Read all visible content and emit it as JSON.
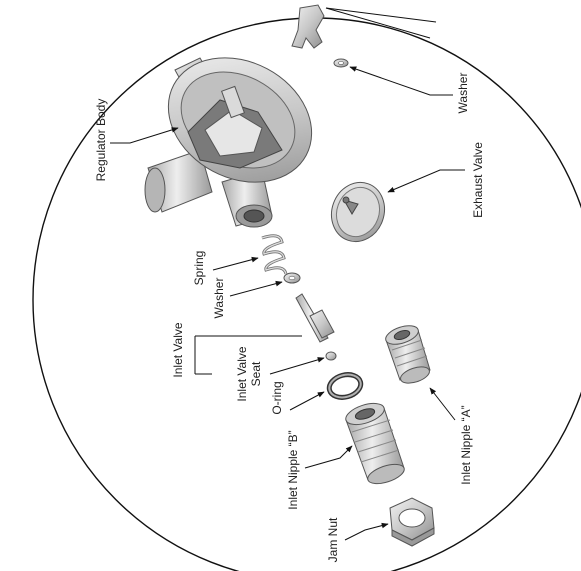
{
  "labels": {
    "washer_top": "Washer",
    "regulator_body": "Regulator Body",
    "exhaust_valve": "Exhaust Valve",
    "spring": "Spring",
    "washer_mid": "Washer",
    "inlet_valve": "Inlet Valve",
    "inlet_valve_seat_1": "Inlet Valve",
    "inlet_valve_seat_2": "Seat",
    "o_ring": "O-ring",
    "inlet_nipple_a": "Inlet Nipple “A”",
    "inlet_nipple_b": "Inlet Nipple “B”",
    "jam_nut": "Jam Nut"
  },
  "colors": {
    "part_fill": "#d4d4d4",
    "part_shadow": "#9a9a9a",
    "outline": "#111111"
  }
}
